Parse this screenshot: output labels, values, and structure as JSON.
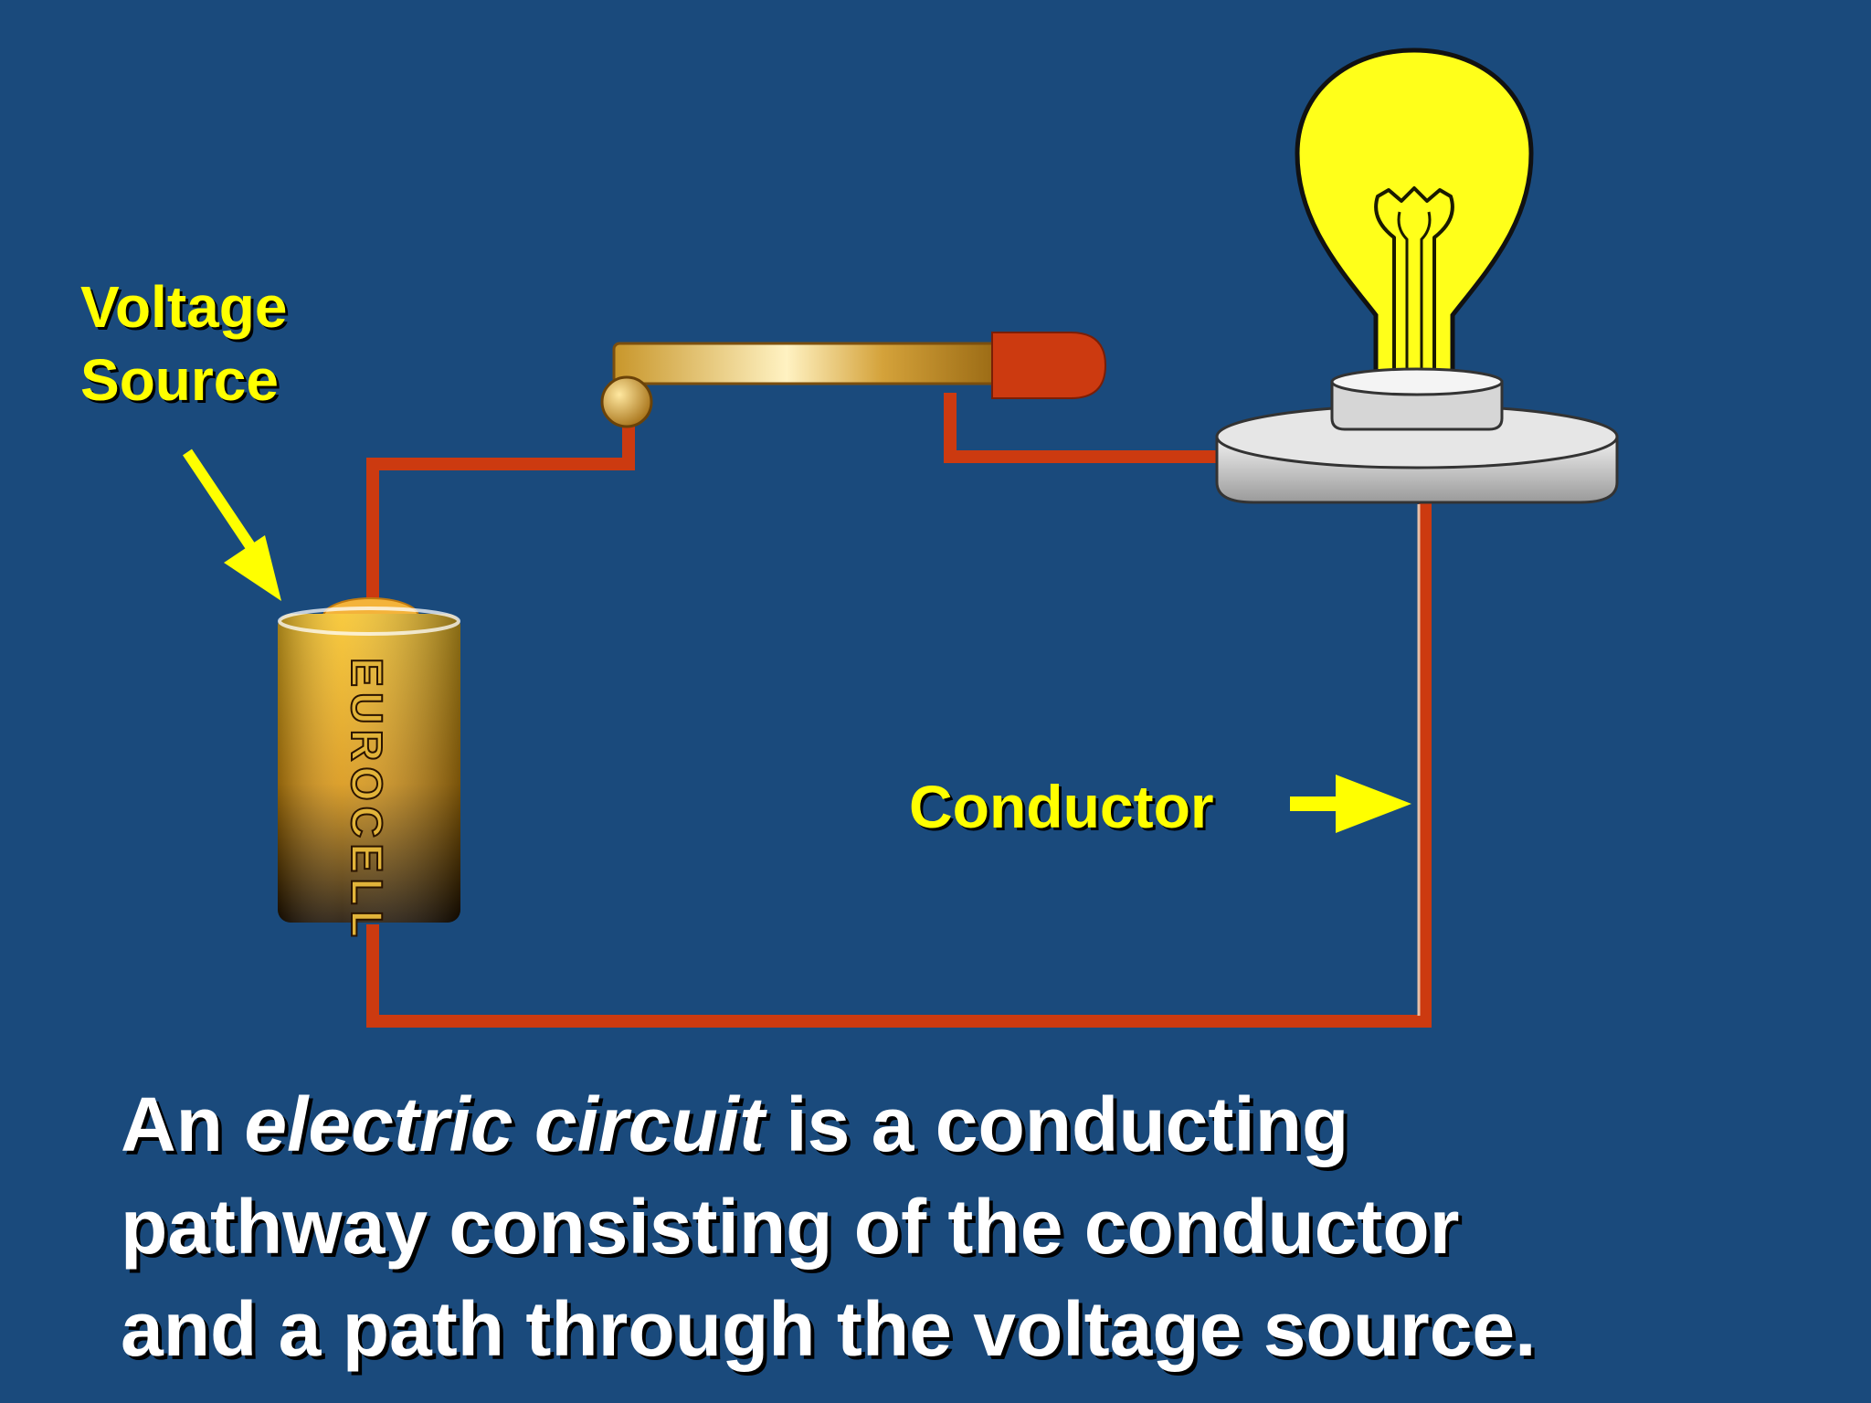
{
  "labels": {
    "voltage_source_line1": "Voltage",
    "voltage_source_line2": "Source",
    "conductor": "Conductor"
  },
  "battery": {
    "brand": "EUROCELL"
  },
  "caption": {
    "prefix": "An ",
    "emphasis": "electric circuit",
    "line1_rest": " is a conducting",
    "line2": "pathway consisting of the conductor",
    "line3": "and a path through the voltage source."
  },
  "colors": {
    "background": "#1a4a7c",
    "wire": "#cc3a10",
    "label": "#ffff00",
    "caption": "#ffffff",
    "bulb": "#ffff1a",
    "battery": "#f0b418"
  }
}
